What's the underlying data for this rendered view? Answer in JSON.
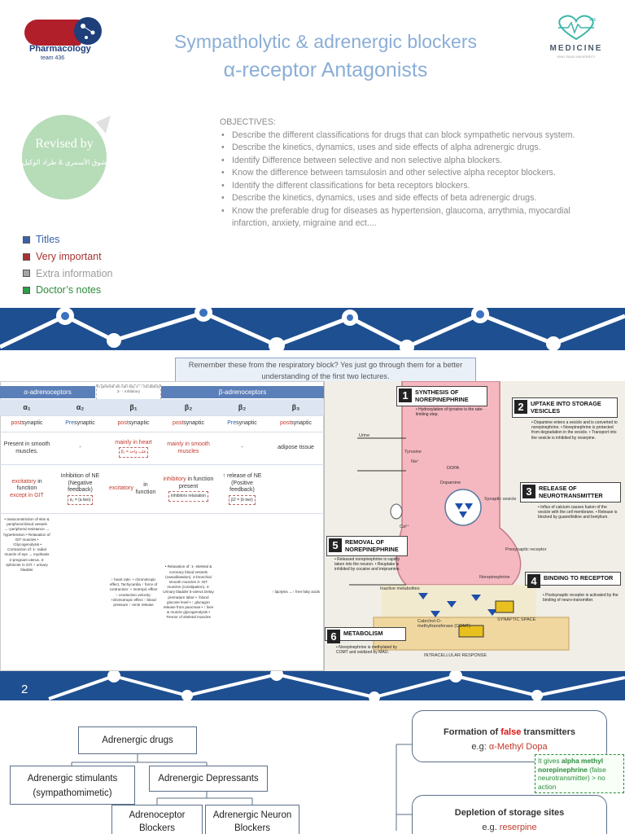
{
  "slide1": {
    "logo_left": {
      "line1": "Pharmacology",
      "line2": "team 436"
    },
    "logo_right": {
      "name": "MEDICINE",
      "sub": "KING SAUD UNIVERSITY",
      "number": "436"
    },
    "title_line1": "Sympatholytic & adrenergic blockers",
    "title_line2": "α-receptor  Antagonists",
    "badge": {
      "label": "Revised by",
      "names": "شوق الأسمري & طراد الوكيل"
    },
    "objectives_title": "OBJECTIVES:",
    "objectives": [
      "Describe the different classifications for drugs that can block sympathetic nervous system.",
      "Describe the kinetics, dynamics, uses and side effects of alpha adrenergic drugs.",
      "Identify Difference between selective and non selective alpha blockers.",
      "Know the difference between tamsulosin and other selective alpha receptor blockers.",
      "Identify the different classifications for beta receptors blockers.",
      "Describe the kinetics, dynamics, uses and side effects of beta adrenergic drugs.",
      "Know the preferable drug for diseases as hypertension, glaucoma, arrythmia, myocardial infarction, anxiety, migraine and ect...."
    ],
    "legend": [
      {
        "label": "Titles",
        "color": "#3a62a8",
        "text_color": "#3a62a8"
      },
      {
        "label": "Very important",
        "color": "#a83232",
        "text_color": "#a83232"
      },
      {
        "label": "Extra information",
        "color": "#a6a6a6",
        "text_color": "#9a9a9a"
      },
      {
        "label": "Doctor’s notes",
        "color": "#2e9e48",
        "text_color": "#2e8a3e"
      }
    ]
  },
  "slide2": {
    "remember": "Remember these from the respiratory block? Yes just go through them for a better understanding of the first two lectures.",
    "alpha_header": "α-adrenoceptors",
    "beta_header": "β-adrenoceptors",
    "note": "in general we can say 1- ↑ excitatory 2- ↑ inhibitory",
    "columns": [
      {
        "name": "α₁",
        "location_a": "post",
        "location_b": "synaptic",
        "tissue": "Present in smooth muscles.",
        "function_a": "excitatory",
        "function_b": " in function",
        "function_c": "except in GIT",
        "effects": "• Vasoconstriction of skin & peripheral blood vessels →↑peripheral resistance → hypertension • Relaxation of GIT muscles • ↑Glycogenolysis • Contraction of: 1- radial muscle of eye → mydriasis 2-pregnant uterus. 3- sphincter in GIT + urinary bladder"
      },
      {
        "name": "α₂",
        "location_a": "Pre",
        "location_b": "synaptic",
        "tissue": "-",
        "function_a": "Inhibition of NE (Negative feedback)",
        "function_b": "α₂ = (a two)",
        "function_c": "",
        "effects": ""
      },
      {
        "name": "β₁",
        "location_a": "post",
        "location_b": "synaptic",
        "tissue": "mainly in heart",
        "tissue_note": "β₁ = قلب واحد",
        "function_a": "excitatory",
        "function_b": " in function",
        "function_c": "",
        "effects": "↑ heart rate: + chronotropic effect, Tachycardia ↑ force of contraction: + inotropic effect ↑ conduction velocity: +dromotropic effect ↑ blood pressure ↑ renin release"
      },
      {
        "name": "β₂",
        "location_a": "post",
        "location_b": "synaptic",
        "tissue": "mainly in smooth muscles",
        "function_a": "inhibitory",
        "function_b": " in function present",
        "function_c": "inhibitors relaxation",
        "effects": "• Relaxation of: 1- skeletal & coronary blood vessels (vasodilatation). 2-bronchial smooth muscles 3- GIT muscles (constipation). 4-Urinary bladder 5-uterus Delay premature labor • ↑blood glucose level • ↑ glucagon release from pancreas • ↑ liver & muscle glycogenolysis • Tremor of skeletal muscles"
      },
      {
        "name": "β₂",
        "location_a": "Pre",
        "location_b": "synaptic",
        "tissue": "-",
        "function_a": "↑ release of NE (Positive feedback)",
        "function_b": "β2 = (b two)",
        "function_c": "",
        "effects": ""
      },
      {
        "name": "β₃",
        "location_a": "post",
        "location_b": "synaptic",
        "tissue": "adipose tissue",
        "function_a": "",
        "function_b": "",
        "function_c": "",
        "effects": "↑ lipolysis →↑ free fatty acids"
      }
    ],
    "diagram": {
      "step1": {
        "num": "1",
        "title": "SYNTHESIS OF NOREPINEPHRINE",
        "text": "• Hydroxylation of tyrosine is the rate-limiting step."
      },
      "step2": {
        "num": "2",
        "title": "UPTAKE INTO STORAGE VESICLES",
        "text": "• Dopamine enters a vesicle and is converted to norepinephrine. • Norepinephrine is protected from degradation in the vesicle. • Transport into the vesicle is inhibited by reserpine."
      },
      "step3": {
        "num": "3",
        "title": "RELEASE OF NEUROTRANSMITTER",
        "text": "• Influx of calcium causes fusion of the vesicle with the cell membrane. • Release is blocked by guanethidine and bretylium."
      },
      "step4": {
        "num": "4",
        "title": "BINDING TO RECEPTOR",
        "text": "• Postsynaptic receptor is activated by the binding of neuro-transmitter."
      },
      "step5": {
        "num": "5",
        "title": "REMOVAL OF NOREPINEPHRINE",
        "text": "• Released norepinephrine is rapidly taken into the neuron. • Reuptake is inhibited by cocaine and imipramine."
      },
      "step6": {
        "num": "6",
        "title": "METABOLISM",
        "text": "• Norepinephrine is methylated by COMT and oxidized by MAO."
      },
      "labels": [
        "Urine",
        "Tyrosine",
        "DOPA",
        "Dopamine",
        "Synaptic vesicle",
        "Norepinephrine",
        "Presynaptic receptor",
        "Inactive metabolites",
        "Catechol-O-methyltransferase (COMT)",
        "SYNAPTIC SPACE",
        "INTRACELLULAR RESPONSE",
        "Na⁺",
        "Ca²⁺"
      ]
    },
    "page_number": "2"
  },
  "slide3": {
    "root": "Adrenergic drugs",
    "stimulants": "Adrenergic stimulants (sympathomimetic)",
    "depressants": "Adrenergic Depressants",
    "receptor_blockers": "Adrenoceptor Blockers",
    "neuron_blockers": "Adrenergic Neuron Blockers",
    "false_tx": {
      "before": "Formation of ",
      "highlight": "false",
      "after": " transmitters",
      "eg": "e.g: ",
      "drug": "α-Methyl Dopa"
    },
    "depletion": {
      "title": "Depletion of storage sites",
      "eg": "e.g. ",
      "drug": "reserpine"
    },
    "doctor_note": {
      "before": "It gives ",
      "bold": "alpha methyl norepinephrine",
      "after": " (false neurotransmitter) > no action"
    }
  }
}
